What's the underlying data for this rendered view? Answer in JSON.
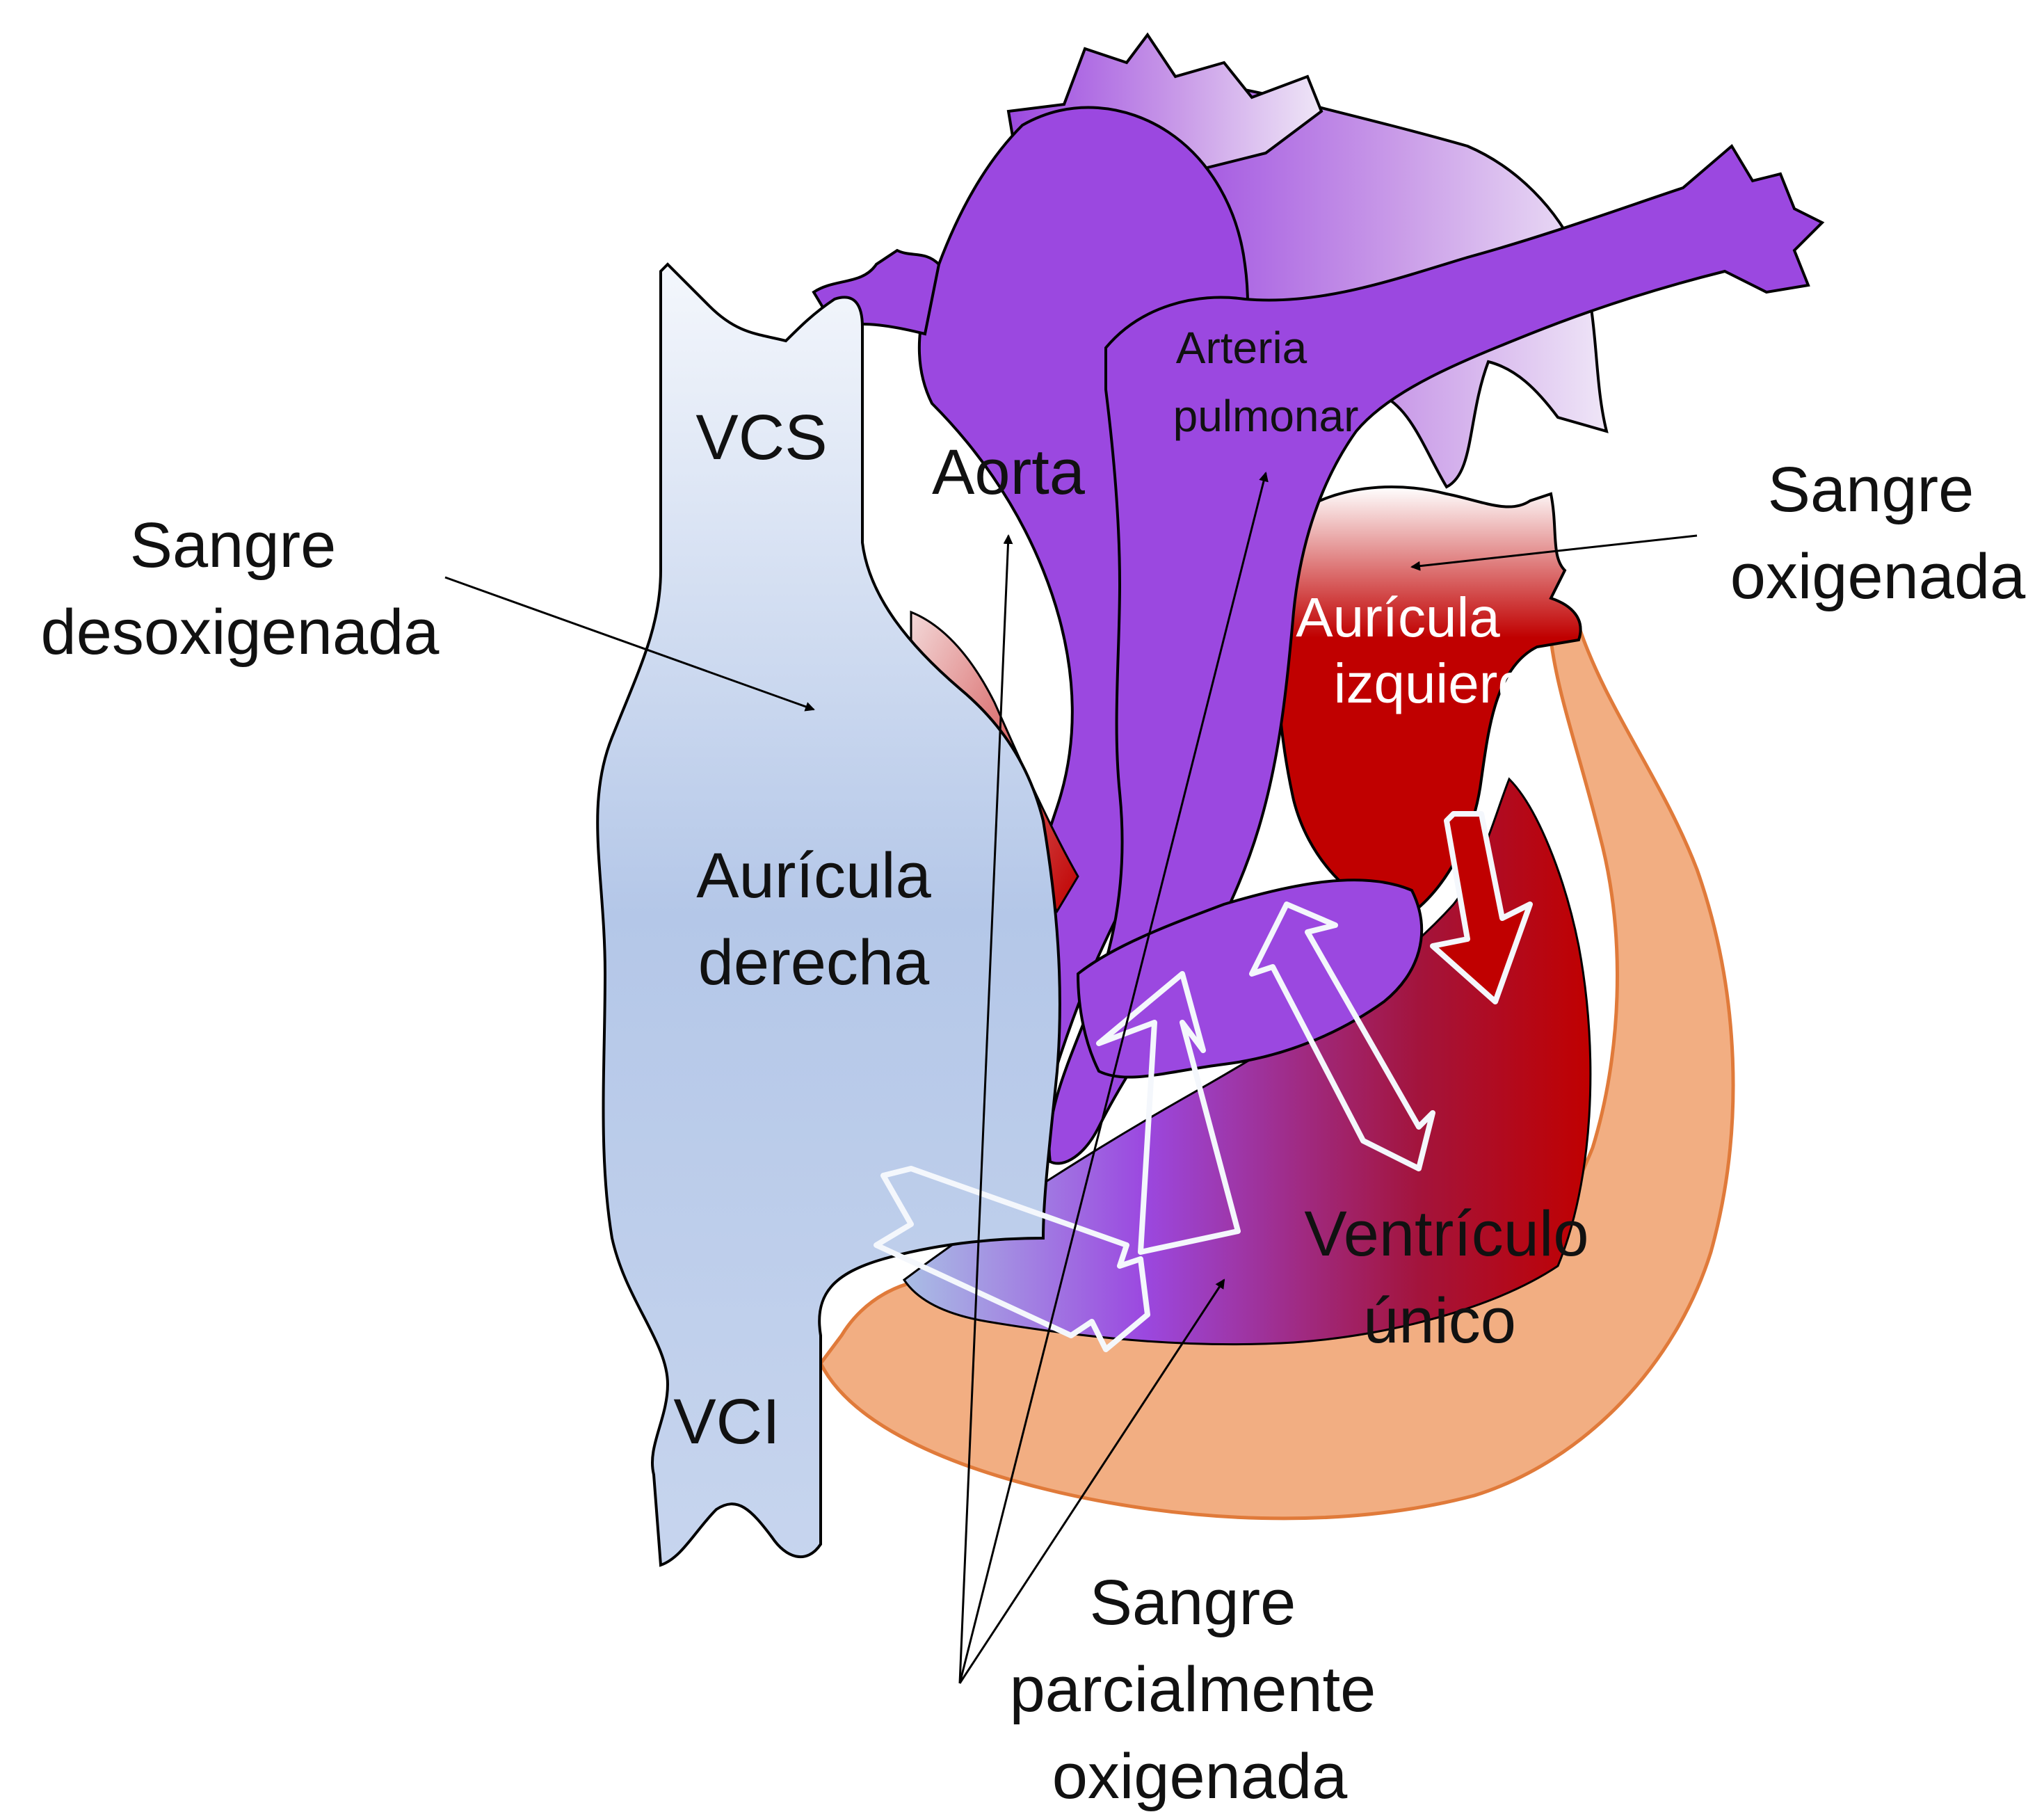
{
  "labels": {
    "vcs": "VCS",
    "vci": "VCI",
    "aorta": "Aorta",
    "arteria_pulmonar_line1": "Arteria",
    "arteria_pulmonar_line2": "pulmonar",
    "auricula_derecha_line1": "Aurícula",
    "auricula_derecha_line2": "derecha",
    "auricula_izquierda_line1": "Aurícula",
    "auricula_izquierda_line2": "izquierda",
    "ventriculo_line1": "Ventrículo",
    "ventriculo_line2": "único",
    "desox_line1": "Sangre",
    "desox_line2": "desoxigenada",
    "oxig_line1": "Sangre",
    "oxig_line2": "oxigenada",
    "parcial_line1": "Sangre",
    "parcial_line2": "parcialmente",
    "parcial_line3": "oxigenada"
  },
  "colors": {
    "deoxygenated": "#a9bee4",
    "deoxygenated_light": "#e8eef8",
    "oxygenated": "#c00000",
    "mixed": "#9b48e0",
    "mixed_light": "#e6d6f4",
    "muscle": "#f2ae82",
    "muscle_edge": "#e07a3a",
    "outline": "#000000"
  }
}
